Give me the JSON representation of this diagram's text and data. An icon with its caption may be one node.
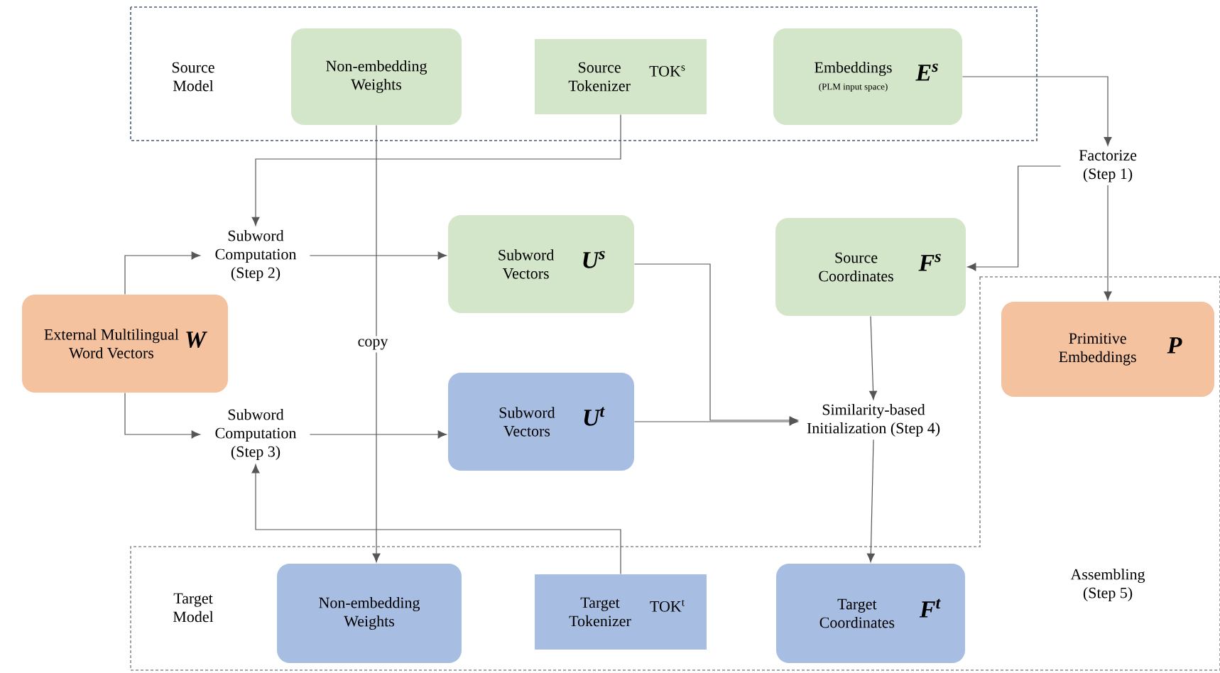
{
  "diagram": {
    "nodes": [
      {
        "text": [
          "Source Model"
        ]
      },
      {
        "text": [
          "Non-embedding Weights"
        ],
        "in": 0
      },
      {
        "text": [
          "Source Tokenizer",
          "TOK$^{s}$"
        ],
        "in": 0
      },
      {
        "text": [
          "Embeddings",
          "(PLM input space)",
          "E$^{s}$"
        ],
        "in": 0
      },
      {
        "text": [
          "Factorize (Step 1)"
        ]
      },
      {
        "text": [
          "Subword Computation (Step 2)"
        ]
      },
      {
        "text": [
          "External Multilingual Word Vectors",
          "W"
        ]
      },
      {
        "text": [
          "Subword Vectors",
          "U$^{s}$"
        ]
      },
      {
        "text": [
          "Source Coordinates",
          "F$^{s}$"
        ]
      },
      {
        "text": [
          "Subword Computation (Step 3)"
        ]
      },
      {
        "text": [
          "Subword Vectors",
          "U$^{t}$"
        ]
      },
      {
        "text": [
          "Similarity-based Initialization (Step 4)"
        ]
      },
      {
        "text": [
          "Target Model"
        ]
      },
      {
        "text": [
          "Primitive Embeddings",
          "P"
        ],
        "in": 12
      },
      {
        "text": [
          "Non-embedding Weights"
        ],
        "in": 12
      },
      {
        "text": [
          "Target Tokenizer",
          "TOK$^{t}$"
        ],
        "in": 12
      },
      {
        "text": [
          "Target Coordinates",
          "F$^{t}$"
        ],
        "in": 12
      }
    ],
    "edges": [
      {
        "from": 3,
        "to": 4,
        "arrow": "to"
      },
      {
        "from": 4,
        "to": 8,
        "arrow": "to"
      },
      {
        "from": 4,
        "to": 13,
        "arrow": "to"
      },
      {
        "from": 2,
        "to": 5,
        "arrow": "to"
      },
      {
        "from": 6,
        "to": 5,
        "arrow": "to"
      },
      {
        "from": 6,
        "to": 9,
        "arrow": "to"
      },
      {
        "from": 5,
        "to": 7,
        "arrow": "to"
      },
      {
        "from": 9,
        "to": 10,
        "arrow": "to"
      },
      {
        "from": 1,
        "to": 14,
        "arrow": "to",
        "label": "copy"
      },
      {
        "from": 15,
        "to": 9,
        "arrow": "to"
      },
      {
        "from": 7,
        "to": 11,
        "arrow": "to"
      },
      {
        "from": 10,
        "to": 11,
        "arrow": "to"
      },
      {
        "from": 8,
        "to": 11,
        "arrow": "to"
      },
      {
        "from": 11,
        "to": 16,
        "arrow": "to"
      }
    ],
    "labels": [
      "Assembling (Step 5)"
    ]
  }
}
